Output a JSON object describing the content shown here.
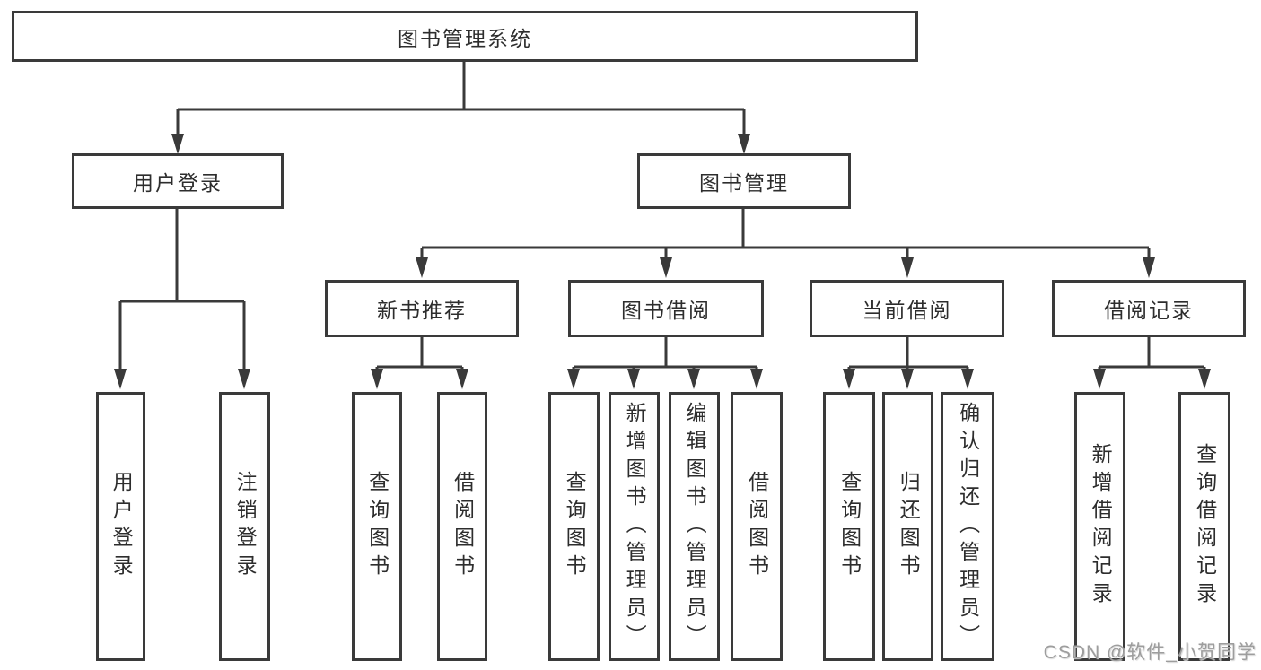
{
  "diagram": {
    "root": {
      "label": "图书管理系统",
      "children": [
        {
          "label": "用户登录",
          "children": [
            {
              "label": "用户登录"
            },
            {
              "label": "注销登录"
            }
          ]
        },
        {
          "label": "图书管理",
          "children": [
            {
              "label": "新书推荐",
              "children": [
                {
                  "label": "查询图书"
                },
                {
                  "label": "借阅图书"
                }
              ]
            },
            {
              "label": "图书借阅",
              "children": [
                {
                  "label": "查询图书"
                },
                {
                  "label": "新增图书（管理员）"
                },
                {
                  "label": "编辑图书（管理员）"
                },
                {
                  "label": "借阅图书"
                }
              ]
            },
            {
              "label": "当前借阅",
              "children": [
                {
                  "label": "查询图书"
                },
                {
                  "label": "归还图书"
                },
                {
                  "label": "确认归还（管理员）"
                }
              ]
            },
            {
              "label": "借阅记录",
              "children": [
                {
                  "label": "新增借阅记录"
                },
                {
                  "label": "查询借阅记录"
                }
              ]
            }
          ]
        }
      ]
    }
  },
  "watermark": {
    "text": "CSDN @软件_小贺同学"
  },
  "colors": {
    "background": "#ffffff",
    "line": "#3a3a3a",
    "text": "#2d2d2d",
    "watermark": "#9d9d9d"
  }
}
